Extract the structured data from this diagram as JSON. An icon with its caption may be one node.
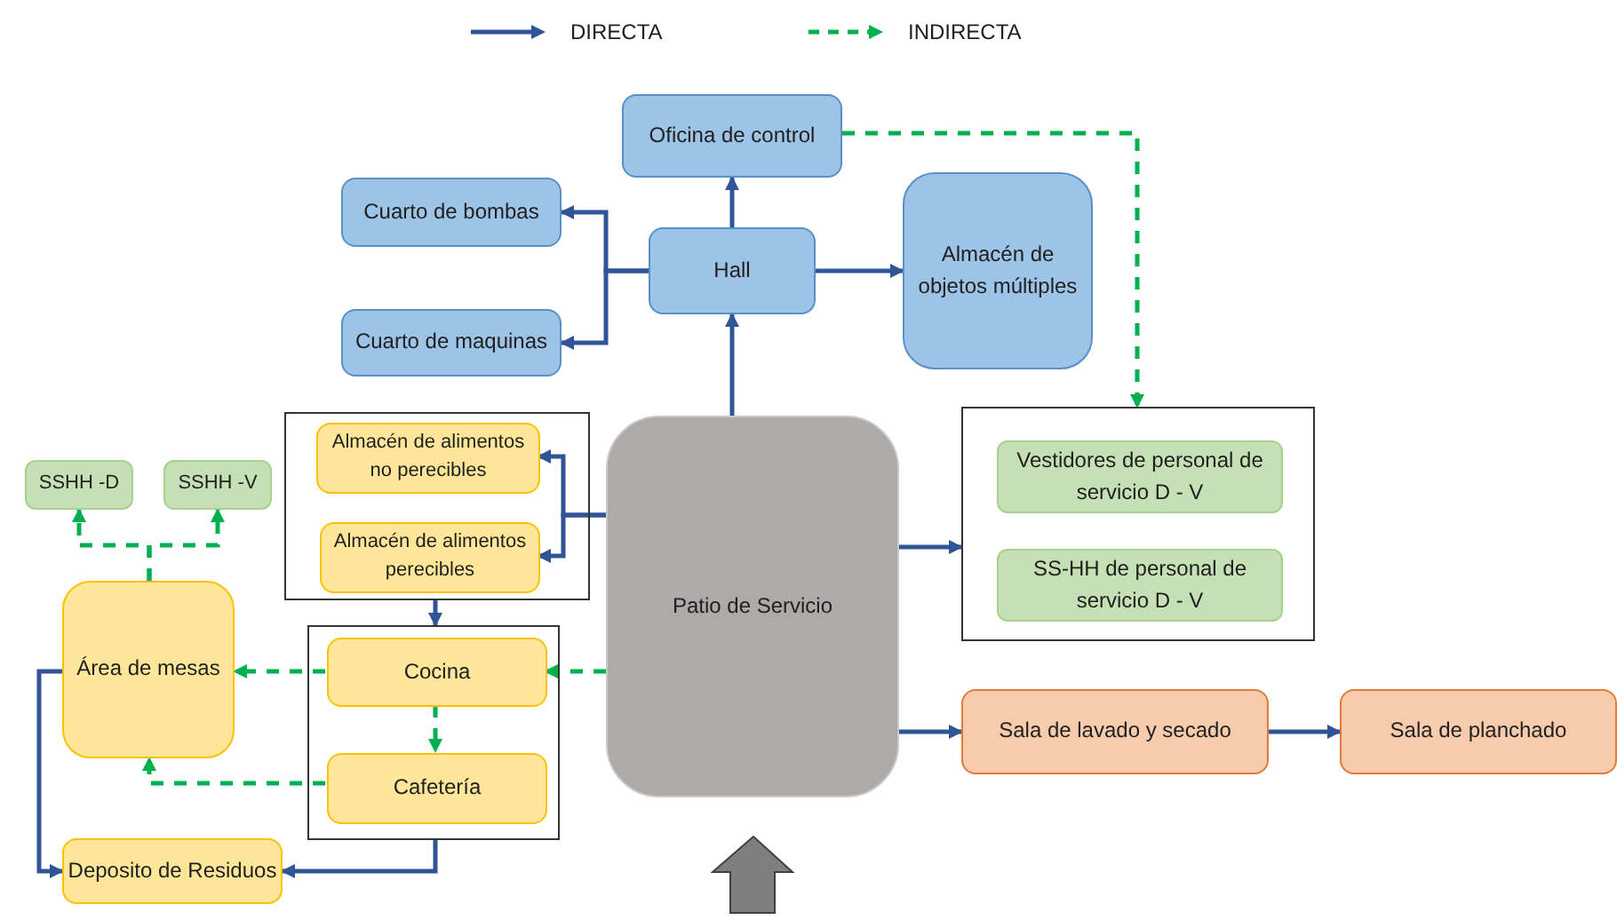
{
  "diagram": {
    "nodes": [
      {
        "text": [
          "Oficina de control"
        ]
      },
      {
        "text": [
          "Cuarto de bombas"
        ]
      },
      {
        "text": [
          "Hall"
        ]
      },
      {
        "text": [
          "Cuarto de maquinas"
        ]
      },
      {
        "text": [
          "Almacén de objetos múltiples"
        ]
      },
      {
        "text": [],
        "shape": "box"
      },
      {
        "text": [
          "Almacén de alimentos no perecibles"
        ],
        "in": 5
      },
      {
        "text": [
          "Almacén de alimentos perecibles"
        ],
        "in": 5
      },
      {
        "text": [
          "Patio de Servicio"
        ]
      },
      {
        "text": [],
        "shape": "box"
      },
      {
        "text": [
          "Vestidores de personal de servicio D - V"
        ],
        "in": 9
      },
      {
        "text": [
          "SS-HH de personal de servicio D - V"
        ],
        "in": 9
      },
      {
        "text": [
          "SSHH -D"
        ]
      },
      {
        "text": [
          "SSHH -V"
        ]
      },
      {
        "text": [
          "Área de mesas"
        ]
      },
      {
        "text": [],
        "shape": "box"
      },
      {
        "text": [
          "Cocina"
        ],
        "in": 15
      },
      {
        "text": [
          "Cafetería"
        ],
        "in": 15
      },
      {
        "text": [
          "Sala de lavado y secado"
        ]
      },
      {
        "text": [
          "Sala de planchado"
        ]
      },
      {
        "text": [
          "Deposito de Residuos"
        ]
      }
    ],
    "edges": [
      {
        "from": 2,
        "to": 0,
        "arrow": "to"
      },
      {
        "from": 2,
        "to": 1,
        "arrow": "to"
      },
      {
        "from": 2,
        "to": 3,
        "arrow": "to"
      },
      {
        "from": 2,
        "to": 4,
        "arrow": "to"
      },
      {
        "from": 8,
        "to": 2,
        "arrow": "to"
      },
      {
        "from": 8,
        "to": 6,
        "arrow": "to"
      },
      {
        "from": 8,
        "to": 7,
        "arrow": "to"
      },
      {
        "from": 8,
        "to": 9,
        "arrow": "to"
      },
      {
        "from": 8,
        "to": 18,
        "arrow": "to"
      },
      {
        "from": 18,
        "to": 19,
        "arrow": "to"
      },
      {
        "from": 5,
        "to": 15,
        "arrow": "to"
      },
      {
        "from": 14,
        "to": 20,
        "arrow": "to"
      },
      {
        "from": 15,
        "to": 20,
        "arrow": "to"
      },
      {
        "from": 0,
        "to": 9,
        "arrow": "to",
        "style": "dashed",
        "color": "#00b050"
      },
      {
        "from": 8,
        "to": 16,
        "arrow": "to",
        "style": "dashed",
        "color": "#00b050"
      },
      {
        "from": 16,
        "to": 14,
        "arrow": "to",
        "style": "dashed",
        "color": "#00b050"
      },
      {
        "from": 16,
        "to": 17,
        "arrow": "to",
        "style": "dashed",
        "color": "#00b050"
      },
      {
        "from": 17,
        "to": 14,
        "arrow": "to",
        "style": "dashed",
        "color": "#00b050"
      },
      {
        "from": 14,
        "to": 12,
        "arrow": "to",
        "style": "dashed",
        "color": "#00b050"
      },
      {
        "from": 14,
        "to": 13,
        "arrow": "to",
        "style": "dashed",
        "color": "#00b050"
      }
    ],
    "legend": [
      {
        "text": "DIRECTA"
      },
      {
        "text": "INDIRECTA"
      }
    ]
  }
}
